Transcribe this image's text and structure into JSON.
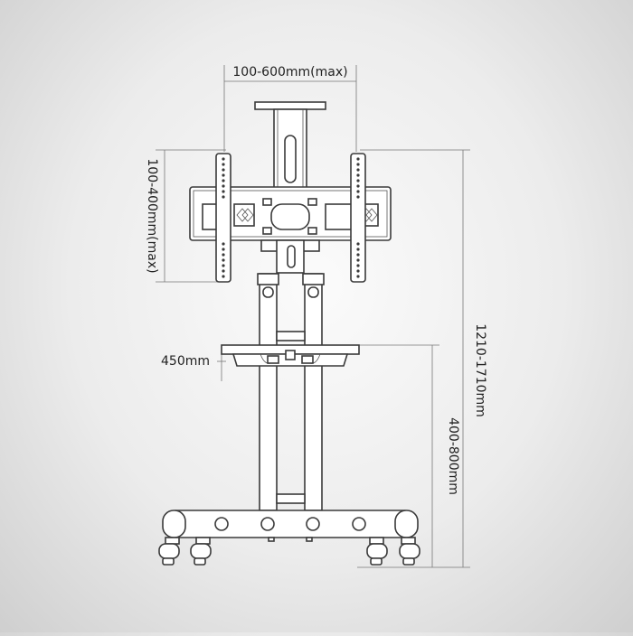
{
  "dimensions": {
    "width_range": "100-600mm(max)",
    "height_range": "100-400mm(max)",
    "shelf_width": "450mm",
    "shelf_height": "400-800mm",
    "total_height": "1210-1710mm"
  }
}
